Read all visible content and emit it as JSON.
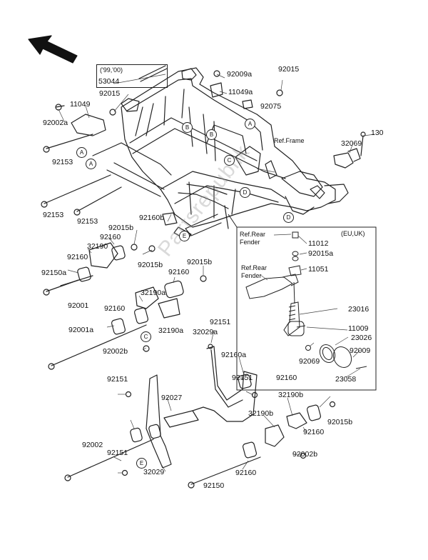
{
  "diagram": {
    "part_labels": [
      "53044",
      "92009a",
      "92015",
      "11049a",
      "92015",
      "11049",
      "92075",
      "92002a",
      "92153",
      "130",
      "32069",
      "92153",
      "92153",
      "92160b",
      "92015b",
      "92160",
      "32190",
      "92160",
      "92015b",
      "92150a",
      "92001",
      "92015b",
      "92160",
      "32190a",
      "92160",
      "32190a",
      "92001a",
      "92002b",
      "92151",
      "32029a",
      "92160a",
      "92151",
      "92151",
      "92027",
      "92160",
      "32190b",
      "32190b",
      "92015b",
      "92160",
      "92002",
      "92151",
      "32029",
      "92150",
      "92160",
      "92002b",
      "11012",
      "92015a",
      "11051",
      "23016",
      "11009",
      "23026",
      "92009",
      "92069",
      "23058"
    ],
    "year_note": "('99,'00)",
    "ref_labels": [
      "Ref.Frame",
      "Ref.Rear Fender",
      "Ref.Rear Fender"
    ],
    "inset_region": "(EU,UK)",
    "callout_letters": [
      "A",
      "A",
      "A",
      "B",
      "B",
      "C",
      "C",
      "D",
      "D",
      "E",
      "E"
    ],
    "watermark": "Partsrepublik"
  }
}
